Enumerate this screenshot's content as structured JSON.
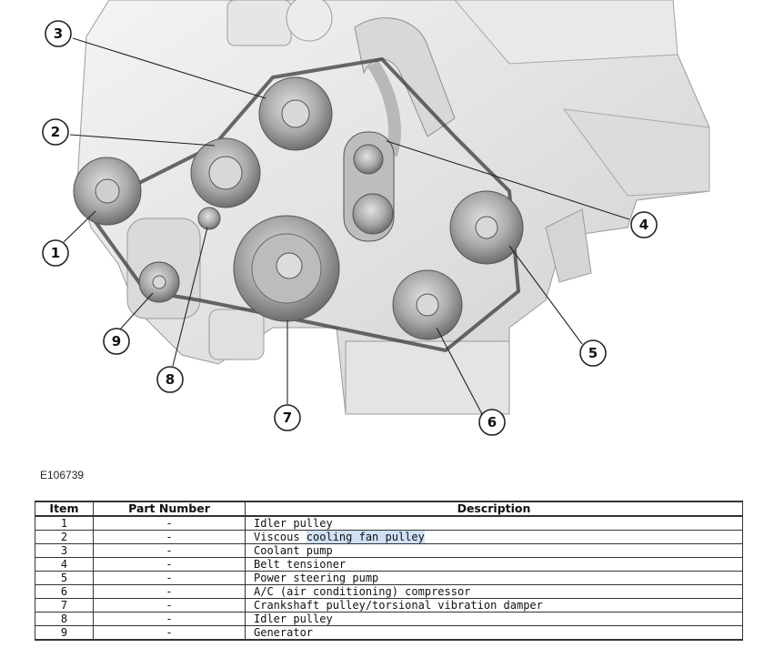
{
  "figure": {
    "id": "E106739",
    "callouts": [
      "1",
      "2",
      "3",
      "4",
      "5",
      "6",
      "7",
      "8",
      "9"
    ]
  },
  "table": {
    "headers": [
      "Item",
      "Part Number",
      "Description"
    ],
    "rows": [
      {
        "item": "1",
        "part": "-",
        "desc": "Idler pulley"
      },
      {
        "item": "2",
        "part": "-",
        "desc_prefix": "Viscous ",
        "desc_highlight": "cooling fan pulley"
      },
      {
        "item": "3",
        "part": "-",
        "desc": "Coolant pump"
      },
      {
        "item": "4",
        "part": "-",
        "desc": "Belt tensioner"
      },
      {
        "item": "5",
        "part": "-",
        "desc": "Power steering pump"
      },
      {
        "item": "6",
        "part": "-",
        "desc": "A/C (air conditioning) compressor"
      },
      {
        "item": "7",
        "part": "-",
        "desc": "Crankshaft pulley/torsional vibration damper"
      },
      {
        "item": "8",
        "part": "-",
        "desc": "Idler pulley"
      },
      {
        "item": "9",
        "part": "-",
        "desc": "Generator"
      }
    ],
    "highlight_color": "#cfe0f7"
  }
}
